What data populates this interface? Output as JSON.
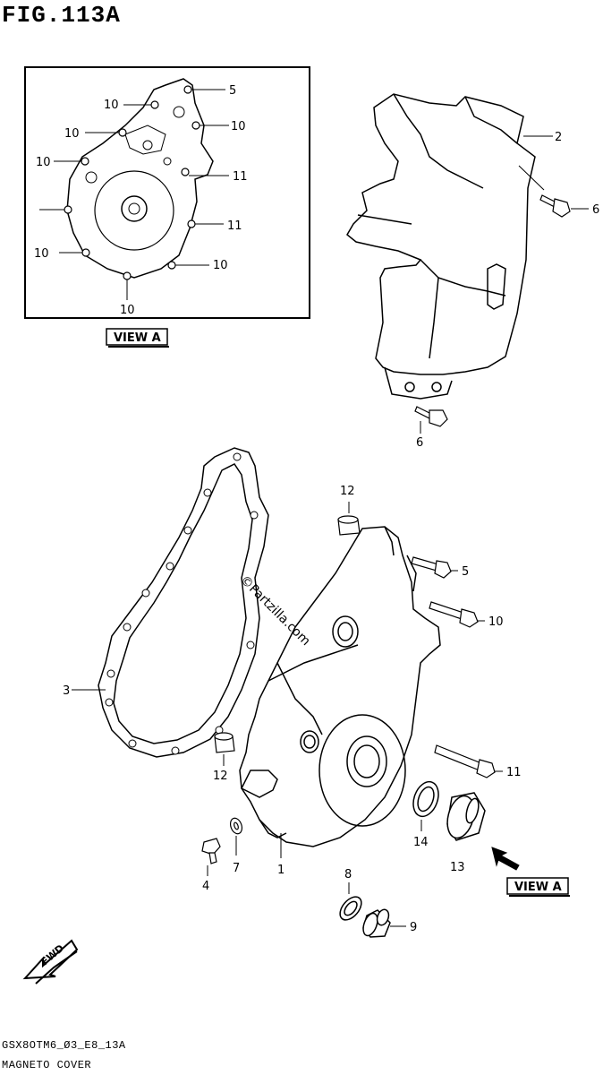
{
  "figure": {
    "title": "FIG.113A"
  },
  "view_a": {
    "label": "VIEW A"
  },
  "view_a_callouts": [
    "5",
    "10",
    "10",
    "10",
    "10",
    "11",
    "11",
    "10",
    "10",
    "10"
  ],
  "main_callouts": {
    "c1": "1",
    "c2": "2",
    "c3": "3",
    "c4": "4",
    "c5": "5",
    "c6a": "6",
    "c6b": "6",
    "c7": "7",
    "c8": "8",
    "c9": "9",
    "c10": "10",
    "c11": "11",
    "c12a": "12",
    "c12b": "12",
    "c13": "13",
    "c14": "14"
  },
  "watermark": "©Partzilla.com",
  "fwd": {
    "label": "FWD"
  },
  "footer": {
    "code": "GSX8OTM6_Ø3_E8_13A",
    "name": "MAGNETO COVER"
  },
  "colors": {
    "line": "#000000",
    "background": "#ffffff"
  }
}
